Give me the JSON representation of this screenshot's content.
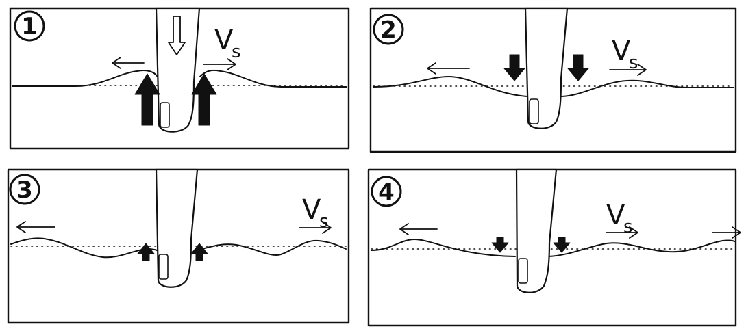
{
  "panels": [
    {
      "number": "1",
      "velocity": {
        "symbol": "V",
        "subscript": "s"
      }
    },
    {
      "number": "2",
      "velocity": {
        "symbol": "V",
        "subscript": "s"
      }
    },
    {
      "number": "3",
      "velocity": {
        "symbol": "V",
        "subscript": "s"
      }
    },
    {
      "number": "4",
      "velocity": {
        "symbol": "V",
        "subscript": "s"
      }
    }
  ]
}
